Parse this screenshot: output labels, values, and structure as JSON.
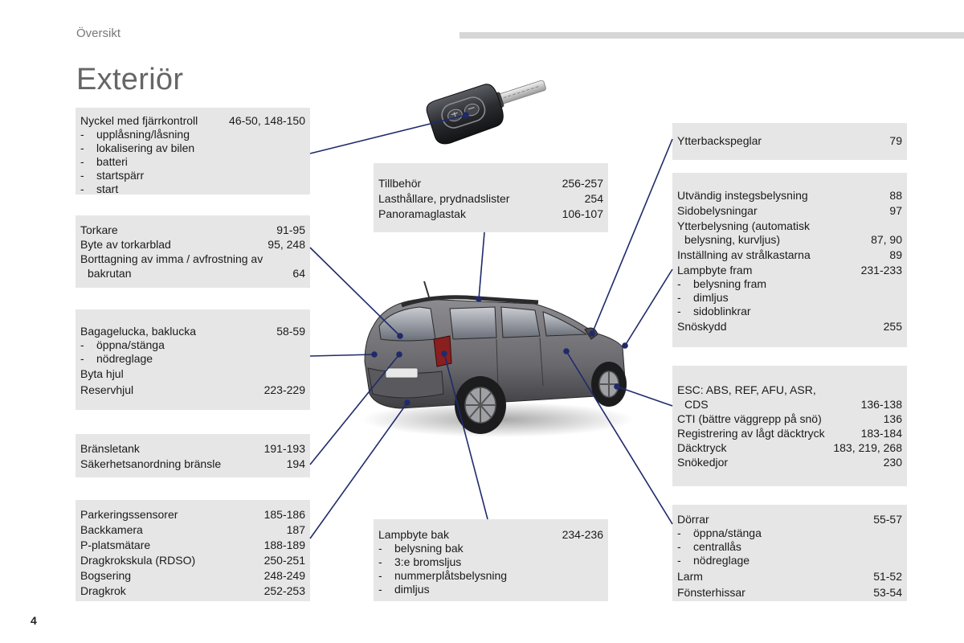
{
  "header": {
    "section": "Översikt",
    "title": "Exteriör"
  },
  "page_number": "4",
  "boxes": {
    "key": {
      "rows": [
        {
          "label": "Nyckel med fjärrkontroll",
          "page": "46-50, 148-150"
        }
      ],
      "subs": [
        "upplåsning/låsning",
        "lokalisering av bilen",
        "batteri",
        "startspärr",
        "start"
      ]
    },
    "wipers": {
      "rows": [
        {
          "label": "Torkare",
          "page": "91-95"
        },
        {
          "label": "Byte av torkarblad",
          "page": "95, 248"
        },
        {
          "label": "Borttagning av imma / avfrostning av",
          "page": ""
        },
        {
          "label": "bakrutan",
          "page": "64"
        }
      ]
    },
    "boot": {
      "row1": {
        "label": "Bagagelucka, baklucka",
        "page": "58-59"
      },
      "subs": [
        "öppna/stänga",
        "nödreglage"
      ],
      "rows": [
        {
          "label": "Byta hjul",
          "page": ""
        },
        {
          "label": "Reservhjul",
          "page": "223-229"
        }
      ]
    },
    "fuel": {
      "rows": [
        {
          "label": "Bränsletank",
          "page": "191-193"
        },
        {
          "label": "Säkerhetsanordning bränsle",
          "page": "194"
        }
      ]
    },
    "parking": {
      "rows": [
        {
          "label": "Parkeringssensorer",
          "page": "185-186"
        },
        {
          "label": "Backkamera",
          "page": "187"
        },
        {
          "label": "P-platsmätare",
          "page": "188-189"
        },
        {
          "label": "Dragkrokskula (RDSO)",
          "page": "250-251"
        },
        {
          "label": "Bogsering",
          "page": "248-249"
        },
        {
          "label": "Dragkrok",
          "page": "252-253"
        }
      ]
    },
    "accessories": {
      "rows": [
        {
          "label": "Tillbehör",
          "page": "256-257"
        },
        {
          "label": "Lasthållare, prydnadslister",
          "page": "254"
        },
        {
          "label": "Panoramaglastak",
          "page": "106-107"
        }
      ]
    },
    "rear_lamps": {
      "row1": {
        "label": "Lampbyte bak",
        "page": "234-236"
      },
      "subs": [
        "belysning bak",
        "3:e bromsljus",
        "nummerplåtsbelysning",
        "dimljus"
      ]
    },
    "mirrors": {
      "rows": [
        {
          "label": "Ytterbackspeglar",
          "page": "79"
        }
      ]
    },
    "lighting": {
      "rows": [
        {
          "label": "Utvändig instegsbelysning",
          "page": "88"
        },
        {
          "label": "Sidobelysningar",
          "page": "97"
        },
        {
          "label": "Ytterbelysning (automatisk",
          "page": ""
        },
        {
          "label": "belysning, kurvljus)",
          "page": "87, 90"
        },
        {
          "label": "Inställning av strålkastarna",
          "page": "89"
        },
        {
          "label": "Lampbyte fram",
          "page": "231-233"
        }
      ],
      "subs": [
        "belysning fram",
        "dimljus",
        "sidoblinkrar"
      ],
      "rows2": [
        {
          "label": "Snöskydd",
          "page": "255"
        }
      ]
    },
    "esc": {
      "rows": [
        {
          "label": "ESC: ABS, REF, AFU, ASR,",
          "page": ""
        },
        {
          "label": "CDS",
          "page": "136-138"
        },
        {
          "label": "CTI (bättre väggrepp på snö)",
          "page": "136"
        },
        {
          "label": "Registrering av lågt däcktryck",
          "page": "183-184"
        },
        {
          "label": "Däcktryck",
          "page": "183, 219, 268"
        },
        {
          "label": "Snökedjor",
          "page": "230"
        }
      ]
    },
    "doors": {
      "row1": {
        "label": "Dörrar",
        "page": "55-57"
      },
      "subs": [
        "öppna/stänga",
        "centrallås",
        "nödreglage"
      ],
      "rows": [
        {
          "label": "Larm",
          "page": "51-52"
        },
        {
          "label": "Fönsterhissar",
          "page": "53-54"
        }
      ]
    }
  },
  "colors": {
    "box_bg": "#e6e6e6",
    "leader": "#1f2a6b",
    "title": "#666666"
  }
}
